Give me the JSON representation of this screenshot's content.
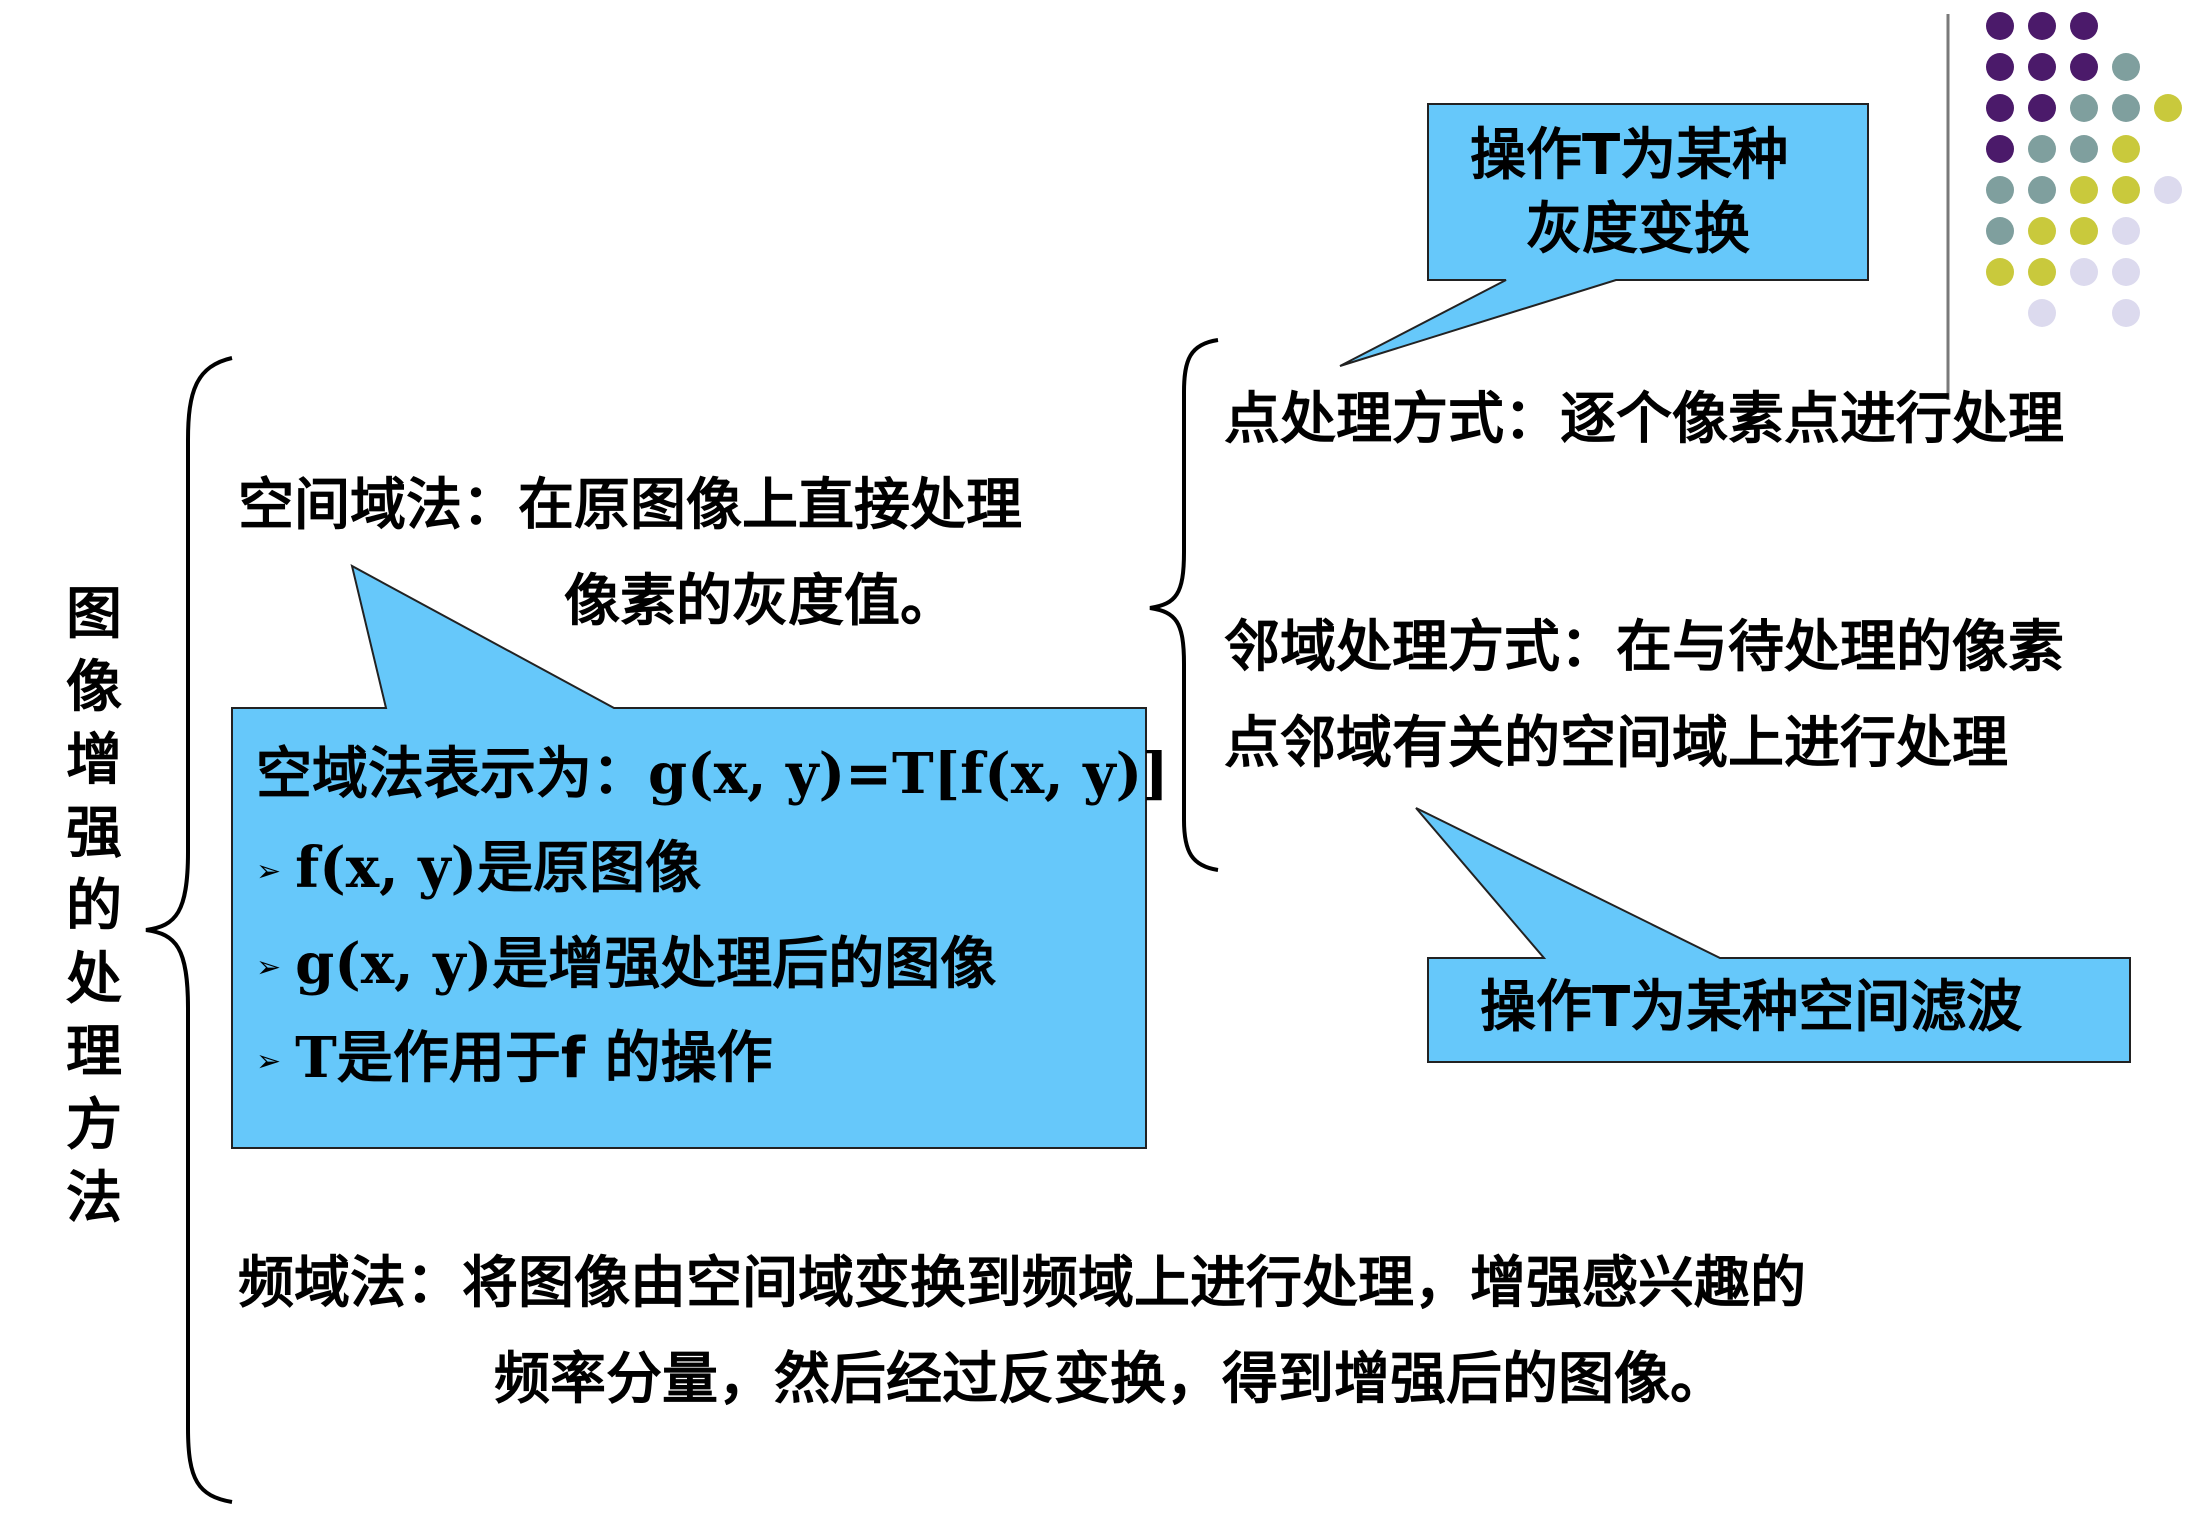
{
  "root_label": [
    "图",
    "像",
    "增",
    "强",
    "的",
    "处",
    "理",
    "方",
    "法"
  ],
  "spatial": {
    "line1": "空间域法：在原图像上直接处理",
    "line2": "像素的灰度值。"
  },
  "point": {
    "text": "点处理方式：逐个像素点进行处理"
  },
  "neighborhood": {
    "line1": "邻域处理方式：在与待处理的像素",
    "line2": "点邻域有关的空间域上进行处理"
  },
  "callout_gray": {
    "line1": "操作T为某种",
    "line2": "灰度变换"
  },
  "callout_filter": {
    "text": "操作T为某种空间滤波"
  },
  "callout_formula": {
    "heading_label": "空域法表示为：",
    "heading_formula": "g(x, y)=T[f(x, y)]",
    "bullet_glyph": "➢",
    "items": [
      {
        "formula": "f(x, y)",
        "text": "是原图像"
      },
      {
        "formula": "g(x, y)",
        "text": "是增强处理后的图像"
      },
      {
        "formula": "T",
        "text": "是作用于f 的操作"
      }
    ]
  },
  "frequency": {
    "line1": "频域法：将图像由空间域变换到频域上进行处理，增强感兴趣的",
    "line2": "频率分量，然后经过反变换，得到增强后的图像。"
  },
  "colors": {
    "callout_fill": "#66c8fa",
    "dot_purple": "#4b1a6a",
    "dot_teal": "#7f9f9e",
    "dot_yellow": "#c9c93c",
    "dot_lilac": "#dcdaee"
  }
}
